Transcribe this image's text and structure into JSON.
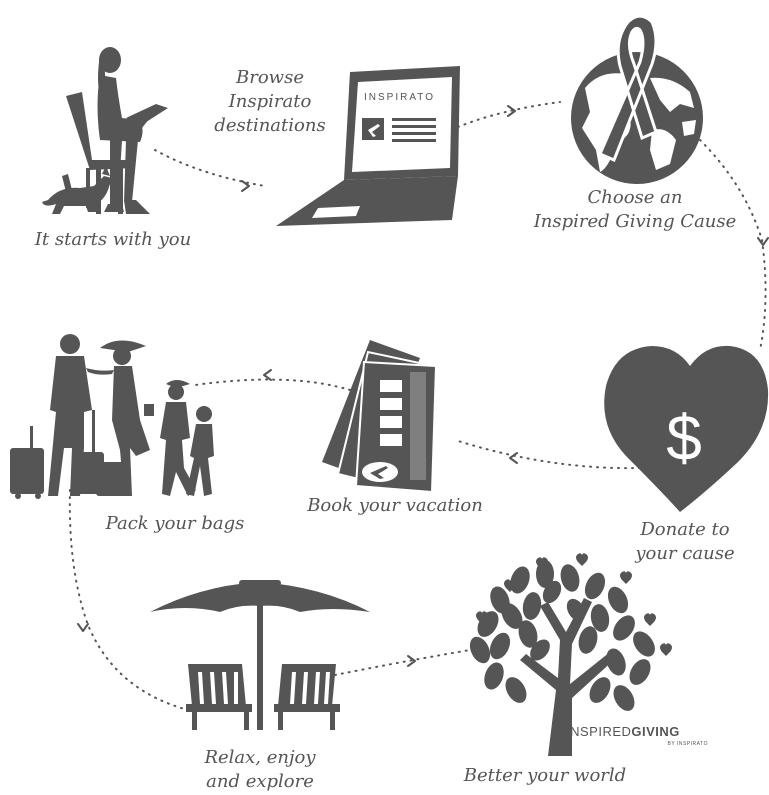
{
  "colors": {
    "shape": "#555555",
    "text": "#555555",
    "background": "#ffffff"
  },
  "steps": [
    {
      "id": "start",
      "icon": "woman-with-laptop-and-dog-icon",
      "caption_lines": [
        "It starts with you"
      ]
    },
    {
      "id": "browse",
      "icon": "laptop-icon",
      "caption_lines": [
        "Browse",
        "Inspirato",
        "destinations"
      ],
      "screen_label": "INSPIRATO"
    },
    {
      "id": "choose",
      "icon": "globe-ribbon-icon",
      "caption_lines": [
        "Choose an",
        "Inspired Giving Cause"
      ]
    },
    {
      "id": "donate",
      "icon": "heart-dollar-icon",
      "caption_lines": [
        "Donate to",
        "your cause"
      ],
      "symbol": "$"
    },
    {
      "id": "book",
      "icon": "boarding-passes-icon",
      "caption_lines": [
        "Book your vacation"
      ]
    },
    {
      "id": "pack",
      "icon": "family-with-luggage-icon",
      "caption_lines": [
        "Pack your bags"
      ]
    },
    {
      "id": "relax",
      "icon": "umbrella-chairs-icon",
      "caption_lines": [
        "Relax, enjoy",
        "and explore"
      ]
    },
    {
      "id": "better",
      "icon": "heart-tree-icon",
      "caption_lines": [
        "Better your world"
      ]
    }
  ],
  "logo": {
    "line1_light": "INSPIRED",
    "line1_bold": "GIVING",
    "line2": "BY INSPIRATO"
  }
}
